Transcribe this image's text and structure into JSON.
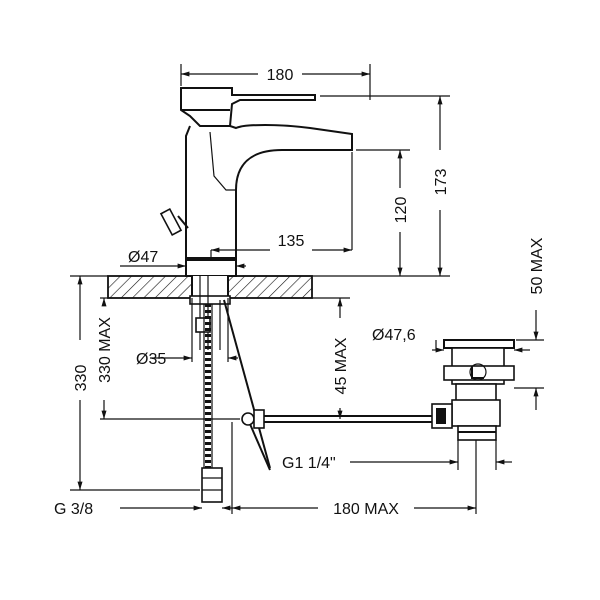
{
  "dimensions": {
    "top_width": "180",
    "total_height": "173",
    "spout_height": "120",
    "spout_reach": "135",
    "base_diameter": "Ø47",
    "hole_diameter": "Ø35",
    "hose_length": "330",
    "hose_length_max": "330 MAX",
    "deck_thickness_max": "45 MAX",
    "waste_diameter": "Ø47,6",
    "waste_height_max": "50 MAX",
    "waste_thread": "G1 1/4\"",
    "hose_thread": "G 3/8",
    "rod_length_max": "180 MAX"
  }
}
